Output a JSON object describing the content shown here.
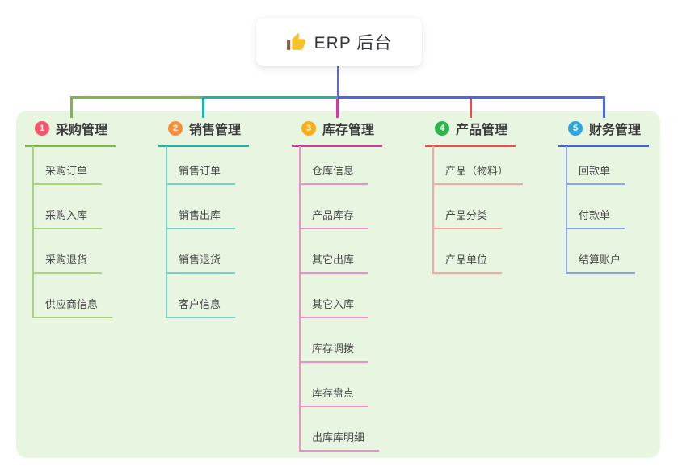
{
  "root": {
    "title": "ERP 后台",
    "icon": "thumbs-up-icon"
  },
  "colors": {
    "panel_background": "#e8f6e1",
    "root_connector": "#5b68d6",
    "branch_lines": [
      "#7cb93f",
      "#1fb3a7",
      "#d4399e",
      "#f0484d",
      "#3d63d6"
    ],
    "badge_colors": [
      "#f5566f",
      "#f78c3c",
      "#f8ae19",
      "#2eb550",
      "#2ea6e0"
    ]
  },
  "branches": [
    {
      "number": "1",
      "label": "采购管理",
      "badge_color": "#f5566f",
      "line_color": "#7cb93f",
      "items": [
        "采购订单",
        "采购入库",
        "采购退货",
        "供应商信息"
      ]
    },
    {
      "number": "2",
      "label": "销售管理",
      "badge_color": "#f78c3c",
      "line_color": "#1fb3a7",
      "items": [
        "销售订单",
        "销售出库",
        "销售退货",
        "客户信息"
      ]
    },
    {
      "number": "3",
      "label": "库存管理",
      "badge_color": "#f8ae19",
      "line_color": "#d4399e",
      "items": [
        "仓库信息",
        "产品库存",
        "其它出库",
        "其它入库",
        "库存调拨",
        "库存盘点",
        "出库库明细"
      ]
    },
    {
      "number": "4",
      "label": "产品管理",
      "badge_color": "#2eb550",
      "line_color": "#f0484d",
      "items": [
        "产品（物料）",
        "产品分类",
        "产品单位"
      ]
    },
    {
      "number": "5",
      "label": "财务管理",
      "badge_color": "#2ea6e0",
      "line_color": "#3d63d6",
      "items": [
        "回款单",
        "付款单",
        "结算账户"
      ]
    }
  ]
}
